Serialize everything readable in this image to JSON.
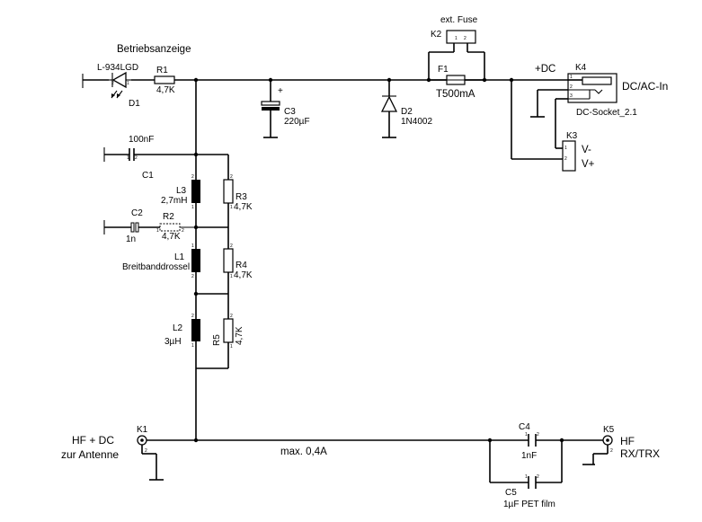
{
  "labels": {
    "betriebsanzeige": "Betriebsanzeige",
    "ext_fuse": "ext. Fuse",
    "plus_dc": "+DC",
    "dc_ac_in": "DC/AC-In",
    "dc_socket": "DC-Socket_2.1",
    "v_minus": "V-",
    "v_plus": "V+",
    "hf_dc": "HF + DC",
    "zur_antenne": "zur Antenne",
    "max_current": "max. 0,4A",
    "hf": "HF",
    "rx_trx": "RX/TRX"
  },
  "components": {
    "led": {
      "ref": "D1",
      "value": "L-934LGD"
    },
    "r1": {
      "ref": "R1",
      "value": "4,7K"
    },
    "c1": {
      "ref": "C1",
      "value": "100nF"
    },
    "c2": {
      "ref": "C2",
      "value": "1n"
    },
    "r2": {
      "ref": "R2",
      "value": "4,7K"
    },
    "c3": {
      "ref": "C3",
      "value": "220µF",
      "polarity": "+"
    },
    "d2": {
      "ref": "D2",
      "value": "1N4002"
    },
    "f1": {
      "ref": "F1",
      "value": "T500mA"
    },
    "k2": {
      "ref": "K2"
    },
    "k4": {
      "ref": "K4"
    },
    "k3": {
      "ref": "K3"
    },
    "l3": {
      "ref": "L3",
      "value": "2,7mH"
    },
    "r3": {
      "ref": "R3",
      "value": "4,7K"
    },
    "l1": {
      "ref": "L1",
      "value": "Breitbanddrossel"
    },
    "r4": {
      "ref": "R4",
      "value": "4,7K"
    },
    "l2": {
      "ref": "L2",
      "value": "3µH"
    },
    "r5": {
      "ref": "R5",
      "value": "4,7K"
    },
    "k1": {
      "ref": "K1"
    },
    "c4": {
      "ref": "C4",
      "value": "1nF"
    },
    "c5": {
      "ref": "C5",
      "value": "1µF PET film"
    },
    "k5": {
      "ref": "K5"
    }
  },
  "pin_numbers": {
    "one": "1",
    "two": "2",
    "three": "3"
  }
}
